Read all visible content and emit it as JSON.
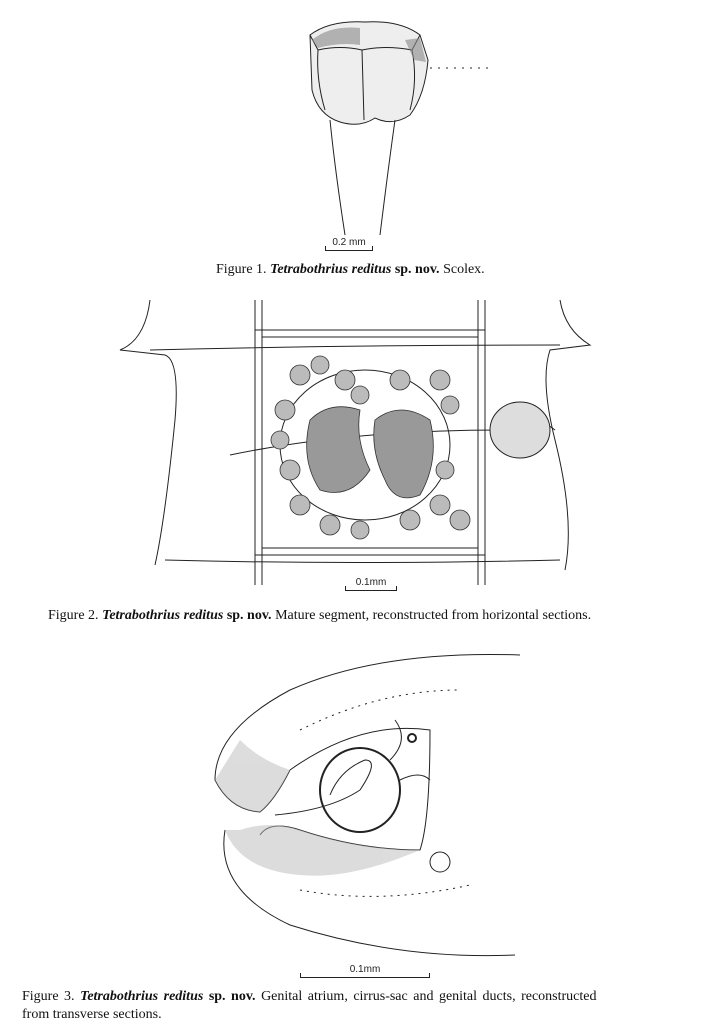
{
  "figures": [
    {
      "label": "Figure 1.",
      "species": "Tetrabothrius reditus",
      "designation": "sp. nov.",
      "description": "Scolex.",
      "scale_bar": "0.2 mm"
    },
    {
      "label": "Figure 2.",
      "species": "Tetrabothrius reditus",
      "designation": "sp. nov.",
      "description": "Mature segment, reconstructed from horizontal sections.",
      "scale_bar": "0.1mm"
    },
    {
      "label": "Figure 3.",
      "species": "Tetrabothrius reditus",
      "designation": "sp. nov.",
      "description": "Genital atrium, cirrus-sac and genital ducts, reconstructed",
      "description_line2": "from transverse sections.",
      "scale_bar": "0.1mm"
    }
  ]
}
